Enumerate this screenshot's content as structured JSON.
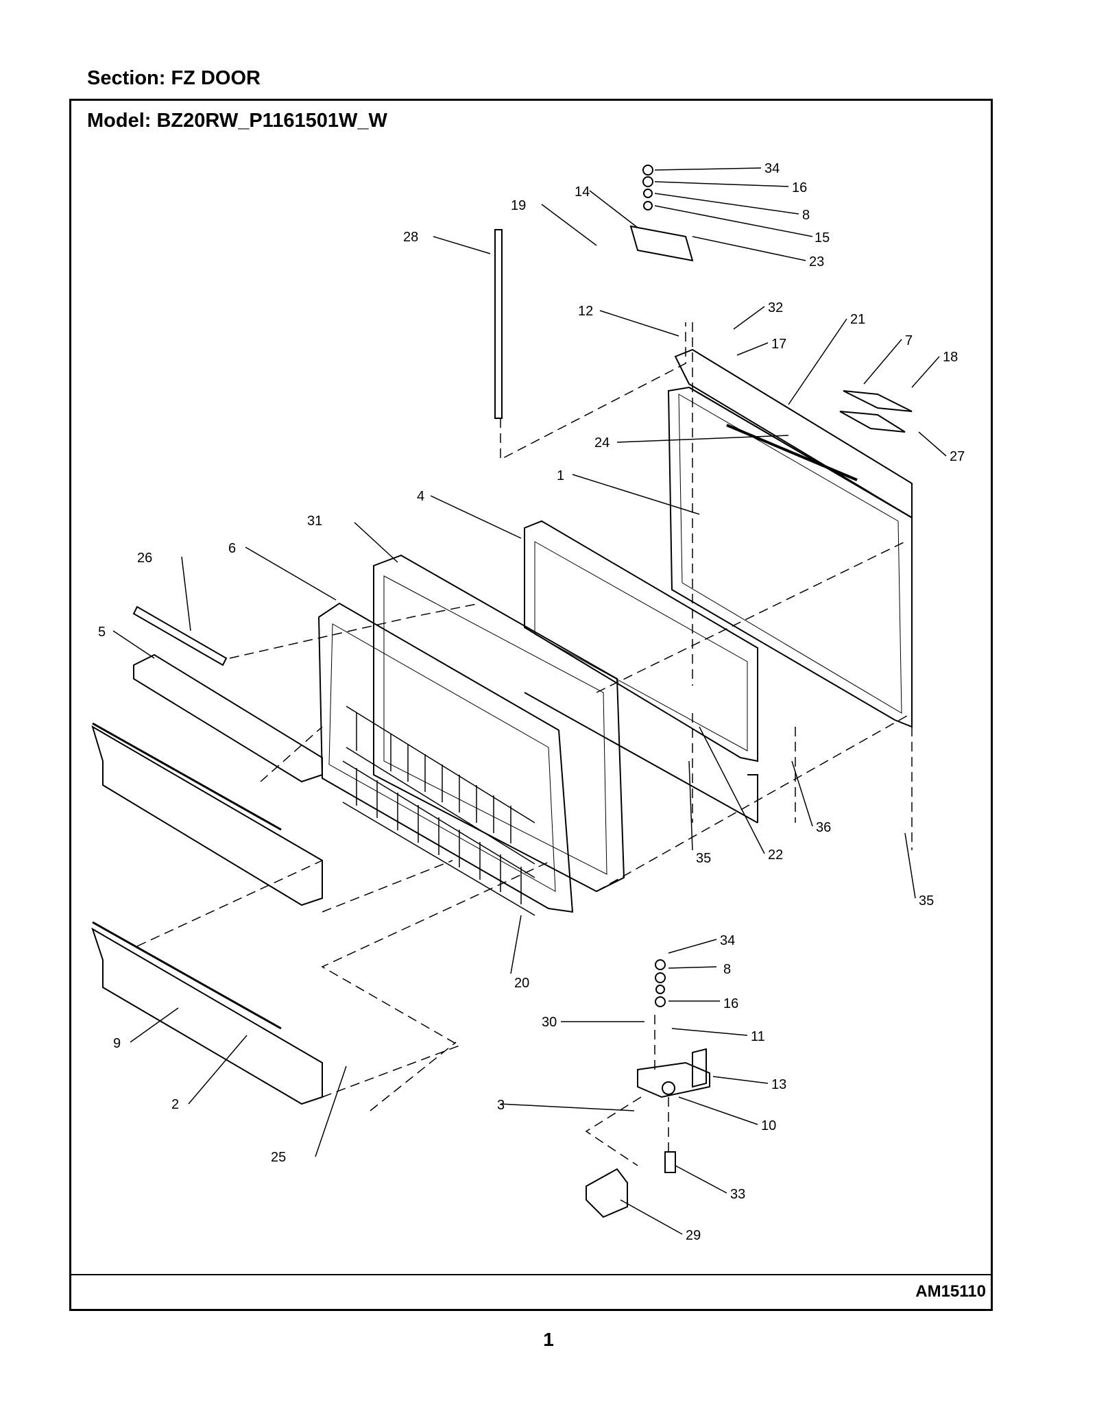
{
  "header": {
    "section_label": "Section:  FZ DOOR",
    "model_label": "Model:  BZ20RW_P1161501W_W"
  },
  "diagram": {
    "callouts": [
      "34",
      "16",
      "8",
      "15",
      "23",
      "14",
      "19",
      "28",
      "12",
      "32",
      "17",
      "21",
      "7",
      "18",
      "27",
      "24",
      "1",
      "4",
      "31",
      "6",
      "26",
      "5",
      "36",
      "35",
      "22",
      "35",
      "20",
      "34",
      "8",
      "16",
      "30",
      "11",
      "13",
      "10",
      "3",
      "33",
      "29",
      "9",
      "2",
      "25"
    ]
  },
  "footer": {
    "drawing_code": "AM15110",
    "page_number": "1"
  }
}
